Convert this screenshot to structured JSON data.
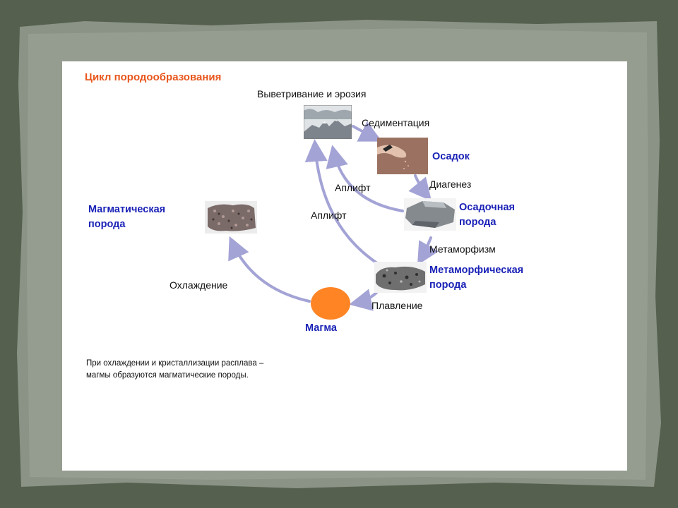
{
  "diagram": {
    "title": "Цикл породообразования",
    "labels": {
      "weathering": "Выветривание и эрозия",
      "sedimentation": "Седиментация",
      "sediment": "Осадок",
      "diagenesis": "Диагенез",
      "sedimentary_rock_1": "Осадочная",
      "sedimentary_rock_2": "порода",
      "uplift_1": "Аплифт",
      "uplift_2": "Аплифт",
      "igneous_rock_1": "Магматическая",
      "igneous_rock_2": "порода",
      "metamorphism": "Метаморфизм",
      "metamorphic_rock_1": "Метаморфическая",
      "metamorphic_rock_2": "порода",
      "cooling": "Охлаждение",
      "melting": "Плавление",
      "magma": "Магма"
    },
    "caption_line1": "При охлаждении и кристаллизации расплава –",
    "caption_line2": "магмы образуются магматические породы.",
    "colors": {
      "title": "#e8561c",
      "rock_labels": "#1a22b6",
      "arrows": "#a3a3d6",
      "magma": "#ff8424",
      "background": "#56604f"
    }
  }
}
